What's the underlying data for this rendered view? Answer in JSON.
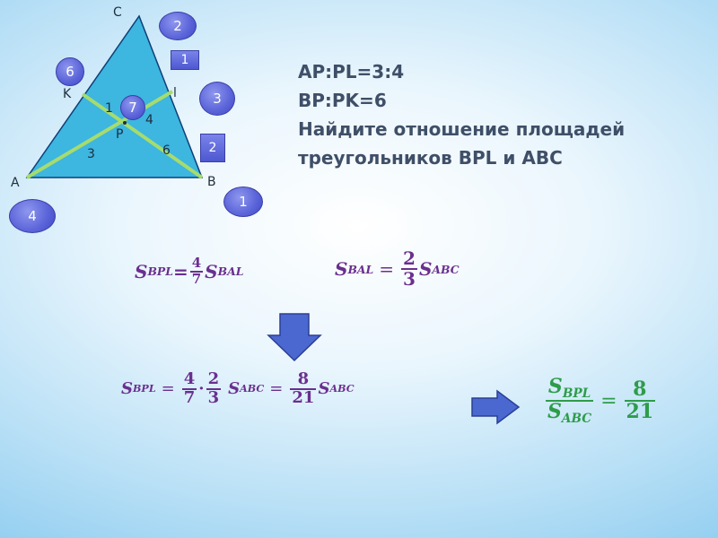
{
  "diagram": {
    "vertices": {
      "A": "A",
      "B": "B",
      "C": "C",
      "K": "K",
      "L": "l",
      "P": "P"
    },
    "segments": {
      "kp": "1",
      "pl": "4",
      "ap": "3",
      "pb": "6"
    },
    "circle_badges": [
      "2",
      "6",
      "3",
      "7",
      "1",
      "4"
    ],
    "square_badges": [
      "1",
      "2"
    ]
  },
  "task": {
    "line1": "AP:PL=3:4",
    "line2": "BP:PK=6",
    "line3": "Найдите отношение площадей",
    "line4": "треугольников BPL и ABC"
  },
  "formulas": {
    "S": "S",
    "f1": {
      "sub_left": "BPL",
      "eq": "=",
      "num": "4",
      "den": "7",
      "sub_right": "BAL"
    },
    "f2": {
      "sub_left": "BAL",
      "eq": "=",
      "num": "2",
      "den": "3",
      "sub_right": "ABC"
    },
    "f3": {
      "sub_left": "BPL",
      "eq1": "=",
      "num1": "4",
      "den1": "7",
      "dot": "·",
      "num2": "2",
      "den2": "3",
      "sub_mid": "ABC",
      "eq2": "=",
      "num3": "8",
      "den3": "21",
      "sub_right": "ABC"
    },
    "f4": {
      "num_sub": "BPL",
      "den_sub": "ABC",
      "eq": "=",
      "num": "8",
      "den": "21"
    }
  },
  "colors": {
    "triangle_fill": "#3db6e0",
    "cevian": "#9fd96a",
    "formula_purple": "#6a2f8e",
    "formula_green": "#2e9c4a",
    "arrow": "#4a68d0"
  }
}
